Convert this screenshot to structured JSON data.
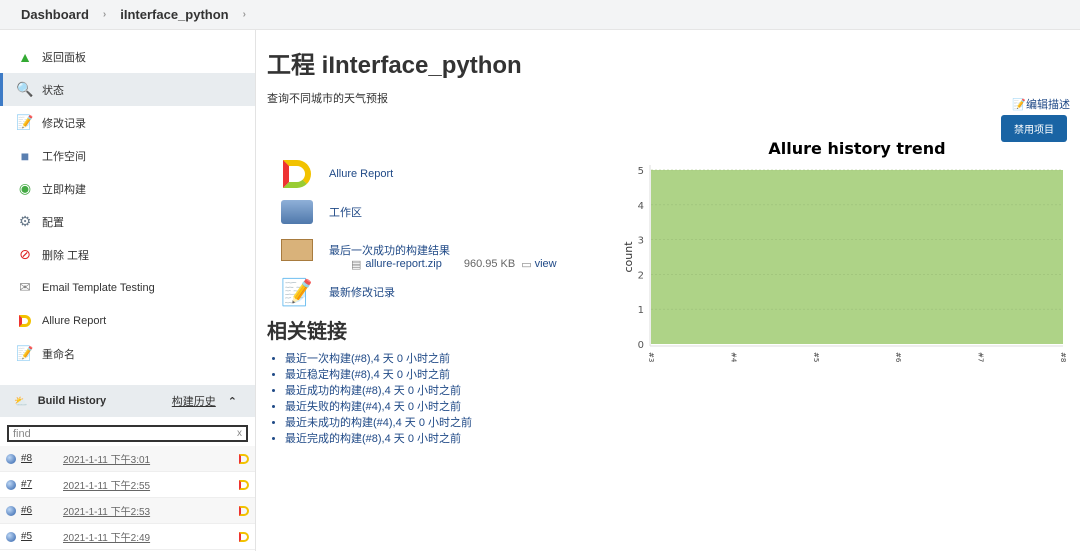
{
  "breadcrumb": [
    "Dashboard",
    "iInterface_python"
  ],
  "sidebar": {
    "items": [
      {
        "label": "返回面板",
        "icon": "up-arrow-icon"
      },
      {
        "label": "状态",
        "icon": "search-icon",
        "active": true
      },
      {
        "label": "修改记录",
        "icon": "notepad-icon"
      },
      {
        "label": "工作空间",
        "icon": "folder-icon"
      },
      {
        "label": "立即构建",
        "icon": "build-icon"
      },
      {
        "label": "配置",
        "icon": "gear-icon"
      },
      {
        "label": "删除 工程",
        "icon": "no-entry-icon"
      },
      {
        "label": "Email Template Testing",
        "icon": "envelope-icon"
      },
      {
        "label": "Allure Report",
        "icon": "allure-icon"
      },
      {
        "label": "重命名",
        "icon": "notepad-icon"
      }
    ]
  },
  "build_history": {
    "title": "Build History",
    "trend": "构建历史",
    "find_placeholder": "find",
    "clear": "x",
    "builds": [
      {
        "num": "#8",
        "date": "2021-1-11 下午3:01"
      },
      {
        "num": "#7",
        "date": "2021-1-11 下午2:55"
      },
      {
        "num": "#6",
        "date": "2021-1-11 下午2:53"
      },
      {
        "num": "#5",
        "date": "2021-1-11 下午2:49"
      }
    ]
  },
  "main": {
    "title": "工程 iInterface_python",
    "description": "查询不同城市的天气预报",
    "edit": "编辑描述",
    "disable": "禁用项目",
    "links": [
      "Allure Report",
      "工作区",
      "最后一次成功的构建结果",
      "最新修改记录"
    ],
    "artifact": {
      "name": "allure-report.zip",
      "size": "960.95 KB",
      "view": "view"
    },
    "related_title": "相关链接",
    "related": [
      "最近一次构建(#8),4 天 0 小时之前",
      "最近稳定构建(#8),4 天 0 小时之前",
      "最近成功的构建(#8),4 天 0 小时之前",
      "最近失败的构建(#4),4 天 0 小时之前",
      "最近未成功的构建(#4),4 天 0 小时之前",
      "最近完成的构建(#8),4 天 0 小时之前"
    ]
  },
  "chart_data": {
    "type": "area",
    "title": "Allure history trend",
    "xlabel": "",
    "ylabel": "count",
    "categories": [
      "#3",
      "#4",
      "#5",
      "#6",
      "#7",
      "#8"
    ],
    "series": [
      {
        "values": [
          5,
          5,
          5,
          5,
          5,
          5
        ],
        "color": "#aed387"
      }
    ],
    "ylim": [
      0,
      5
    ],
    "yticks": [
      0,
      1,
      2,
      3,
      4,
      5
    ],
    "grid": true
  }
}
